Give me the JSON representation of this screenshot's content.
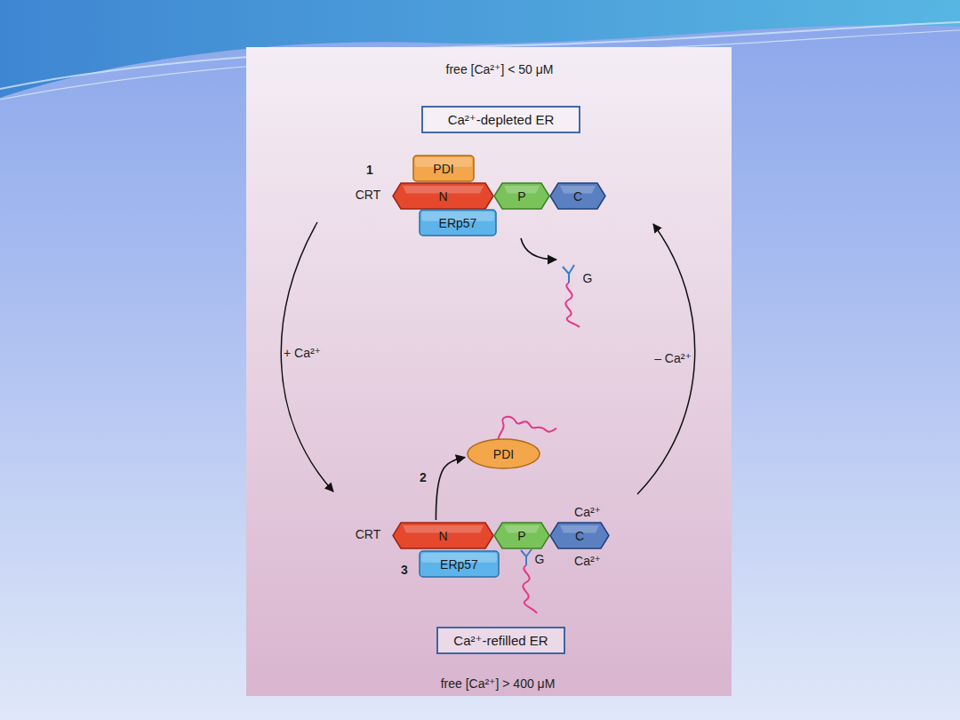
{
  "diagram": {
    "nodes": [
      {
        "text": [
          "Ca²⁺-depleted ER"
        ]
      },
      {
        "text": [
          "PDI"
        ]
      },
      {
        "text": [
          "N"
        ]
      },
      {
        "text": [
          "P"
        ]
      },
      {
        "text": [
          "C"
        ]
      },
      {
        "text": [
          "ERp57"
        ]
      },
      {
        "text": [
          "PDI"
        ]
      },
      {
        "text": [
          "N"
        ]
      },
      {
        "text": [
          "P"
        ]
      },
      {
        "text": [
          "C"
        ]
      },
      {
        "text": [
          "ERp57"
        ]
      },
      {
        "text": [
          "Ca²⁺-refilled ER"
        ]
      }
    ],
    "edges": [
      {
        "from": 7,
        "to": 6,
        "arrow": "to"
      }
    ],
    "labels": [
      "free [Ca²⁺] < 50 μM",
      "1",
      "CRT",
      "G",
      "+ Ca²⁺",
      "– Ca²⁺",
      "2",
      "Ca²⁺",
      "CRT",
      "Ca²⁺",
      "3",
      "G",
      "free [Ca²⁺] > 400 μM"
    ]
  }
}
